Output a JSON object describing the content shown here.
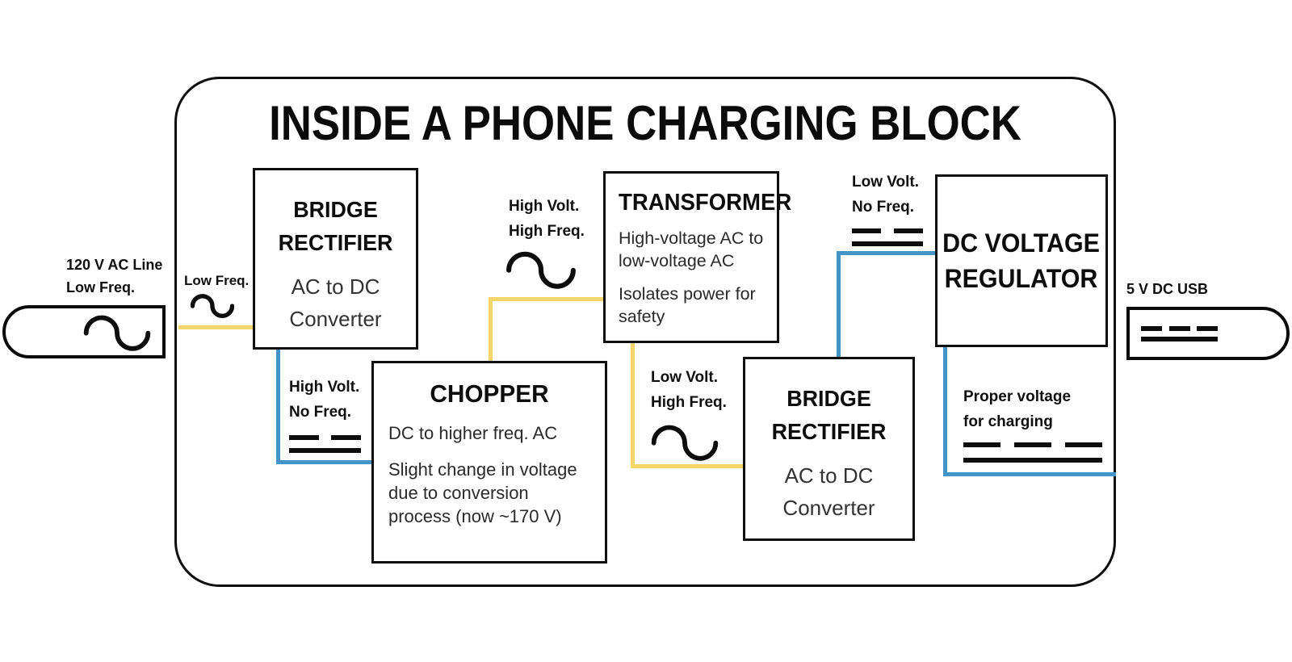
{
  "title": "INSIDE A PHONE CHARGING BLOCK",
  "colors": {
    "ac_wire": "#f5d469",
    "dc_wire": "#4494c7",
    "outline": "#0f0f0f"
  },
  "input": {
    "label_line1": "120 V AC Line",
    "label_line2": "Low Freq.",
    "icon": "sine-wave-icon"
  },
  "output": {
    "label": "5 V DC USB",
    "icon": "dc-symbol-icon"
  },
  "blocks": {
    "rectifier1": {
      "name_line1": "BRIDGE",
      "name_line2": "RECTIFIER",
      "body_line1": "AC to DC",
      "body_line2": "Converter"
    },
    "chopper": {
      "name": "CHOPPER",
      "body1": "DC to higher freq. AC",
      "body2": "Slight change in voltage due to conversion process (now ~170 V)"
    },
    "transformer": {
      "name": "TRANSFORMER",
      "body1": "High-voltage AC to low-voltage AC",
      "body2": "Isolates power for safety"
    },
    "rectifier2": {
      "name_line1": "BRIDGE",
      "name_line2": "RECTIFIER",
      "body_line1": "AC to DC",
      "body_line2": "Converter"
    },
    "regulator": {
      "name_line1": "DC VOLTAGE",
      "name_line2": "REGULATOR"
    }
  },
  "wire_labels": {
    "low_freq": {
      "line1": "Low Freq.",
      "icon": "sine-wave-icon"
    },
    "high_volt_no_freq": {
      "line1": "High Volt.",
      "line2": "No Freq.",
      "icon": "dc-symbol-icon"
    },
    "high_volt_high_freq": {
      "line1": "High Volt.",
      "line2": "High Freq.",
      "icon": "sine-wave-icon"
    },
    "low_volt_high_freq": {
      "line1": "Low Volt.",
      "line2": "High Freq.",
      "icon": "sine-wave-icon"
    },
    "low_volt_no_freq": {
      "line1": "Low Volt.",
      "line2": "No Freq.",
      "icon": "dc-symbol-icon"
    },
    "proper_voltage": {
      "line1": "Proper voltage",
      "line2": "for charging",
      "icon": "dc-symbol-icon"
    }
  }
}
